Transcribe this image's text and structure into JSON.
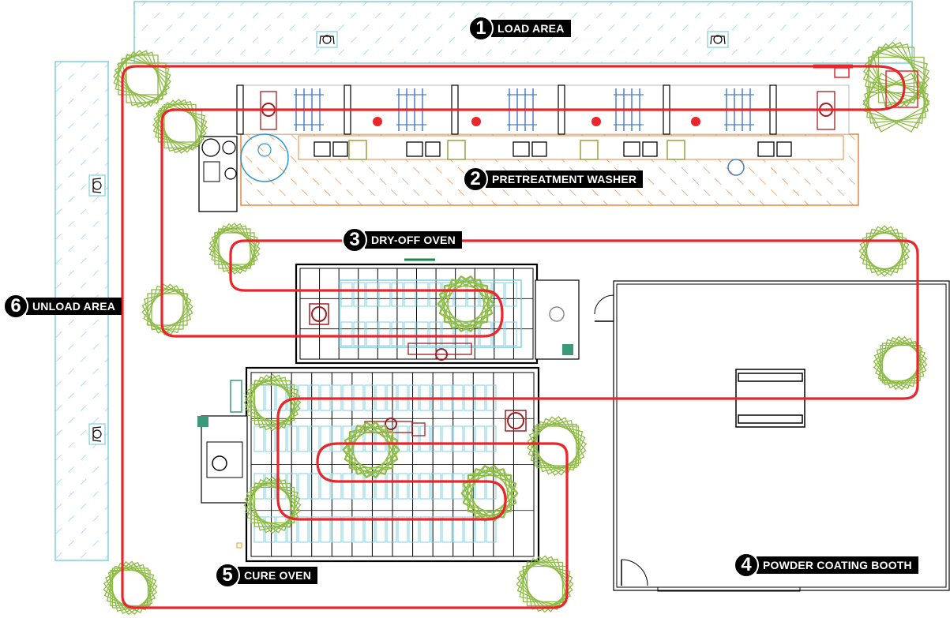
{
  "diagram": {
    "type": "powder coating line floor plan",
    "colors": {
      "conveyor": "#e8262b",
      "carrier": "#8dbb45",
      "load_unload_hatch": "#7fd0e0",
      "washer_hatch": "#e8853a",
      "equipment_blue": "#4a7fc8",
      "equipment_red": "#a01e22",
      "oven_rack": "#7fd0e0",
      "label_bg": "#000000",
      "label_text": "#ffffff"
    },
    "labels": [
      {
        "number": "1",
        "text": "LOAD AREA"
      },
      {
        "number": "2",
        "text": "PRETREATMENT WASHER"
      },
      {
        "number": "3",
        "text": "DRY-OFF OVEN"
      },
      {
        "number": "4",
        "text": "POWDER COATING BOOTH"
      },
      {
        "number": "5",
        "text": "CURE OVEN"
      },
      {
        "number": "6",
        "text": "UNLOAD AREA"
      }
    ],
    "icons": [
      "operator-icon",
      "operator-icon",
      "operator-icon",
      "operator-icon"
    ]
  }
}
